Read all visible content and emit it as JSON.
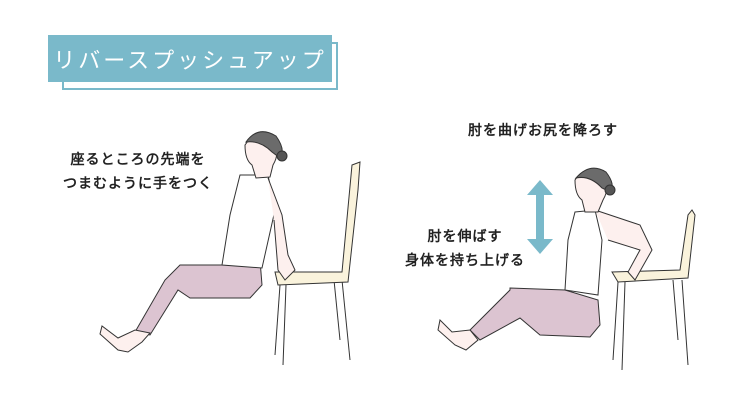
{
  "title": "リバースプッシュアップ",
  "step1": {
    "caption_lines": [
      "座るところの先端を",
      "つまむように手をつく"
    ]
  },
  "step2": {
    "caption_top": "肘を曲げお尻を降ろす",
    "caption_lines": [
      "肘を伸ばす",
      "身体を持ち上げる"
    ],
    "arrow": "up-down-arrow-icon"
  },
  "colors": {
    "accent": "#7ab9ca",
    "leggings": "#dcc4d1",
    "skin": "#fdf0ee",
    "chair": "#faf3dc",
    "hair": "#6b6b6b",
    "text": "#222222"
  }
}
